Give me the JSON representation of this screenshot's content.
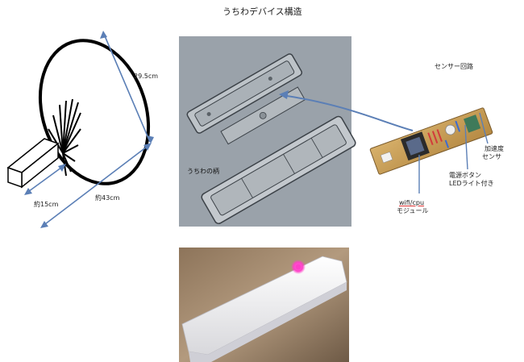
{
  "title": "うちわデバイス構造",
  "fan_dimensions": {
    "diagonal": "29.5cm",
    "handle": "約15cm",
    "total": "約43cm"
  },
  "cad_view": {
    "handle_label": "うちわの柄"
  },
  "sensor_circuit": {
    "title": "センサー回路",
    "accelerometer": [
      "加速度",
      "センサ"
    ],
    "power_button": [
      "電源ボタン",
      "LEDライト付き"
    ],
    "wifi_module": [
      "wifi/cpu",
      "モジュール"
    ]
  },
  "colors": {
    "arrow": "#5b7fb6",
    "cad_bg": "#9aa2aa",
    "led": "#ff3fc8"
  }
}
